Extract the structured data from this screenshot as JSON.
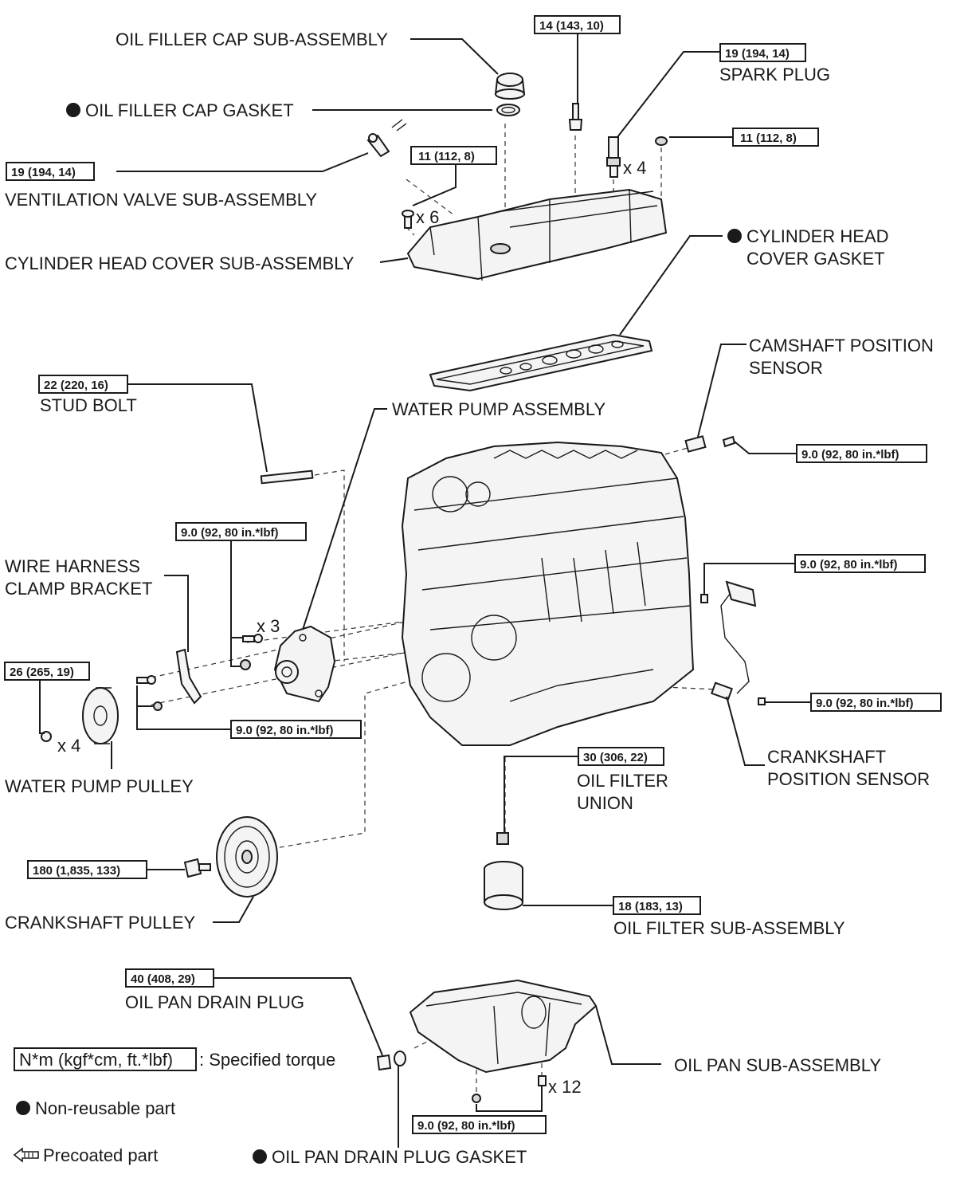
{
  "labels": {
    "oil_filler_cap": "OIL FILLER CAP SUB-ASSEMBLY",
    "oil_filler_cap_gasket": "OIL FILLER CAP GASKET",
    "spark_plug": "SPARK PLUG",
    "ventilation_valve": "VENTILATION VALVE SUB-ASSEMBLY",
    "cylinder_head_cover": "CYLINDER HEAD COVER SUB-ASSEMBLY",
    "cylinder_head_cover_gasket_1": "CYLINDER HEAD",
    "cylinder_head_cover_gasket_2": "COVER GASKET",
    "camshaft_sensor_1": "CAMSHAFT POSITION",
    "camshaft_sensor_2": "SENSOR",
    "stud_bolt": "STUD BOLT",
    "water_pump_assembly": "WATER PUMP ASSEMBLY",
    "wire_harness_1": "WIRE HARNESS",
    "wire_harness_2": "CLAMP BRACKET",
    "water_pump_pulley": "WATER PUMP PULLEY",
    "crankshaft_sensor_1": "CRANKSHAFT",
    "crankshaft_sensor_2": "POSITION SENSOR",
    "oil_filter_union_1": "OIL FILTER",
    "oil_filter_union_2": "UNION",
    "crankshaft_pulley": "CRANKSHAFT PULLEY",
    "oil_filter": "OIL FILTER SUB-ASSEMBLY",
    "oil_pan_drain_plug": "OIL PAN DRAIN PLUG",
    "oil_pan": "OIL PAN SUB-ASSEMBLY",
    "oil_pan_drain_plug_gasket": "OIL PAN DRAIN PLUG GASKET"
  },
  "torques": {
    "cover_stud": "14 (143, 10)",
    "spark_plug": "19 (194, 14)",
    "cover_nut_right": "11 (112, 8)",
    "ventilation_valve": "19 (194, 14)",
    "cover_bolt": "11 (112, 8)",
    "stud_bolt": "22 (220, 16)",
    "camshaft_sensor": "9.0 (92, 80 in.*lbf)",
    "water_pump": "9.0 (92, 80 in.*lbf)",
    "crankshaft_sensor_bracket": "9.0 (92, 80 in.*lbf)",
    "water_pump_pulley": "26 (265, 19)",
    "wire_harness": "9.0 (92, 80 in.*lbf)",
    "crankshaft_sensor": "9.0 (92, 80 in.*lbf)",
    "oil_filter_union": "30 (306, 22)",
    "crankshaft_pulley": "180 (1,835, 133)",
    "oil_filter": "18 (183, 13)",
    "oil_pan_drain_plug": "40 (408, 29)",
    "oil_pan": "9.0 (92, 80 in.*lbf)"
  },
  "quantities": {
    "spark_plug": "x 4",
    "cover_bolt": "x 6",
    "water_pump_bolt": "x 3",
    "pulley_bolt": "x 4",
    "oil_pan_bolt": "x 12"
  },
  "legend": {
    "torque_unit": "N*m (kgf*cm, ft.*lbf)",
    "torque_desc": ": Specified torque",
    "non_reusable": "Non-reusable part",
    "precoated": "Precoated part"
  },
  "colors": {
    "line": "#1a1a1a",
    "part_fill": "#f4f4f4"
  }
}
